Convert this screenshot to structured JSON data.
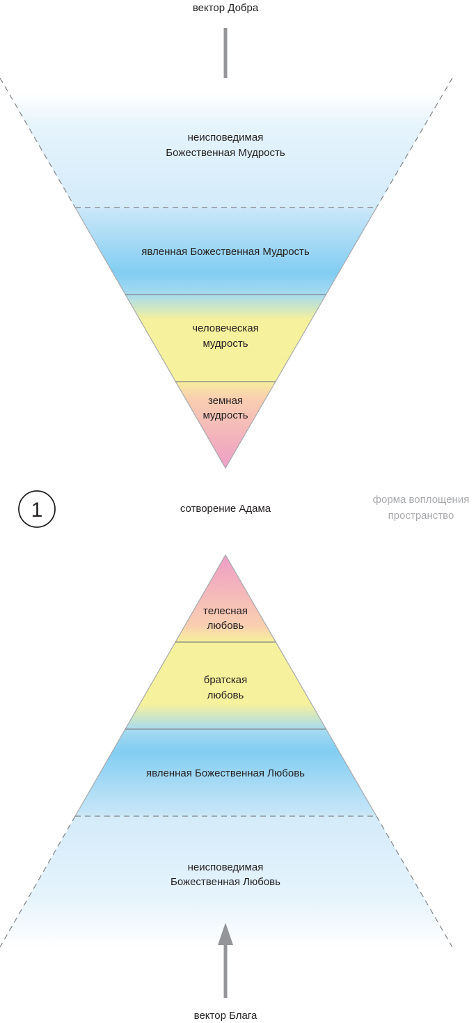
{
  "top": {
    "vector_label": "вектор Добра",
    "levels": [
      {
        "line1": "неисповедимая",
        "line2": "Божественная Мудрость"
      },
      {
        "line1": "явленная Божественная Мудрость"
      },
      {
        "line1": "человеческая",
        "line2": "мудрость"
      },
      {
        "line1": "земная",
        "line2": "мудрость"
      }
    ]
  },
  "middle": {
    "number": "1",
    "title": "сотворение Адама",
    "side_line1": "форма воплощения",
    "side_line2": "пространство"
  },
  "bottom": {
    "vector_label": "вектор Блага",
    "levels": [
      {
        "line1": "телесная",
        "line2": "любовь"
      },
      {
        "line1": "братская",
        "line2": "любовь"
      },
      {
        "line1": "явленная Божественная Любовь"
      },
      {
        "line1": "неисповедимая",
        "line2": "Божественная Любовь"
      }
    ]
  },
  "colors": {
    "light_blue": "#d6ecfa",
    "blue": "#82cdf2",
    "yellow": "#f6f19c",
    "pink": "#f0a5c8",
    "arrow": "#939598"
  }
}
